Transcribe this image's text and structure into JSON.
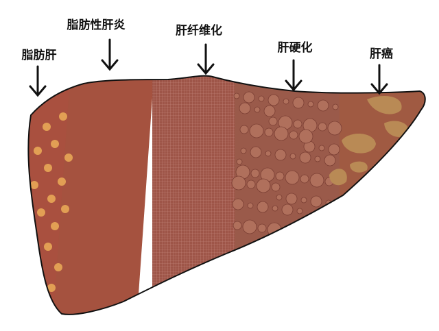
{
  "stages": [
    {
      "label": "脂肪肝",
      "color": "#a9503f"
    },
    {
      "label": "脂肪性肝炎",
      "color": "#a5523f"
    },
    {
      "label": "肝纤维化",
      "color": "#9e5548"
    },
    {
      "label": "肝硬化",
      "color": "#9a5a4a"
    },
    {
      "label": "肝癌",
      "color": "#a05a42"
    }
  ],
  "colors": {
    "fat_spot": "#f0b35a",
    "tumor": "#b98a55",
    "outline": "#111111"
  }
}
